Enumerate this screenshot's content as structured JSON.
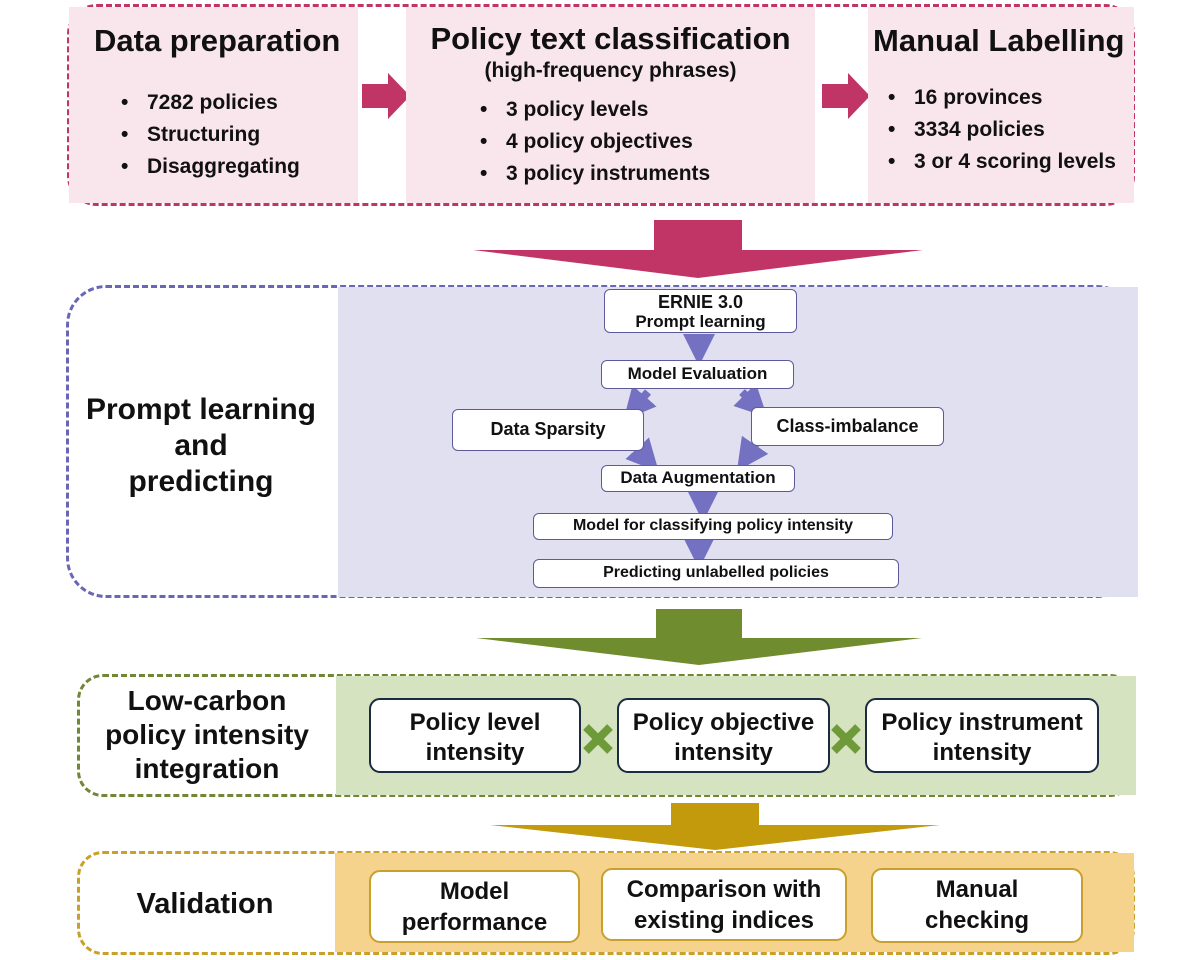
{
  "colors": {
    "stage1": "#c03566",
    "stage2": "#6a66b6",
    "stage3": "#6f8737",
    "stage4": "#c9a128"
  },
  "stage1": {
    "data_preparation": {
      "title": "Data preparation",
      "items": [
        "7282 policies",
        "Structuring",
        "Disaggregating"
      ]
    },
    "classification": {
      "title": "Policy text classification",
      "subtitle": "(high-frequency phrases)",
      "items": [
        "3 policy levels",
        "4 policy objectives",
        "3 policy instruments"
      ]
    },
    "labelling": {
      "title": "Manual Labelling",
      "items": [
        "16 provinces",
        "3334 policies",
        "3 or 4 scoring levels"
      ]
    }
  },
  "stage2": {
    "title_lines": [
      "Prompt learning",
      "and",
      "predicting"
    ],
    "ernie_line1": "ERNIE 3.0",
    "ernie_line2": "Prompt learning",
    "model_evaluation": "Model Evaluation",
    "data_sparsity": "Data Sparsity",
    "class_imbalance": "Class-imbalance",
    "data_augmentation": "Data Augmentation",
    "model_classifying": "Model for classifying policy intensity",
    "predicting": "Predicting unlabelled policies"
  },
  "stage3": {
    "title_lines": [
      "Low-carbon",
      "policy intensity",
      "integration"
    ],
    "boxes": [
      {
        "line1": "Policy level",
        "line2": "intensity"
      },
      {
        "line1": "Policy objective",
        "line2": "intensity"
      },
      {
        "line1": "Policy instrument",
        "line2": "intensity"
      }
    ]
  },
  "stage4": {
    "title": "Validation",
    "boxes": [
      {
        "line1": "Model",
        "line2": "performance"
      },
      {
        "line1": "Comparison with",
        "line2": "existing indices"
      },
      {
        "line1": "Manual",
        "line2": "checking"
      }
    ]
  }
}
